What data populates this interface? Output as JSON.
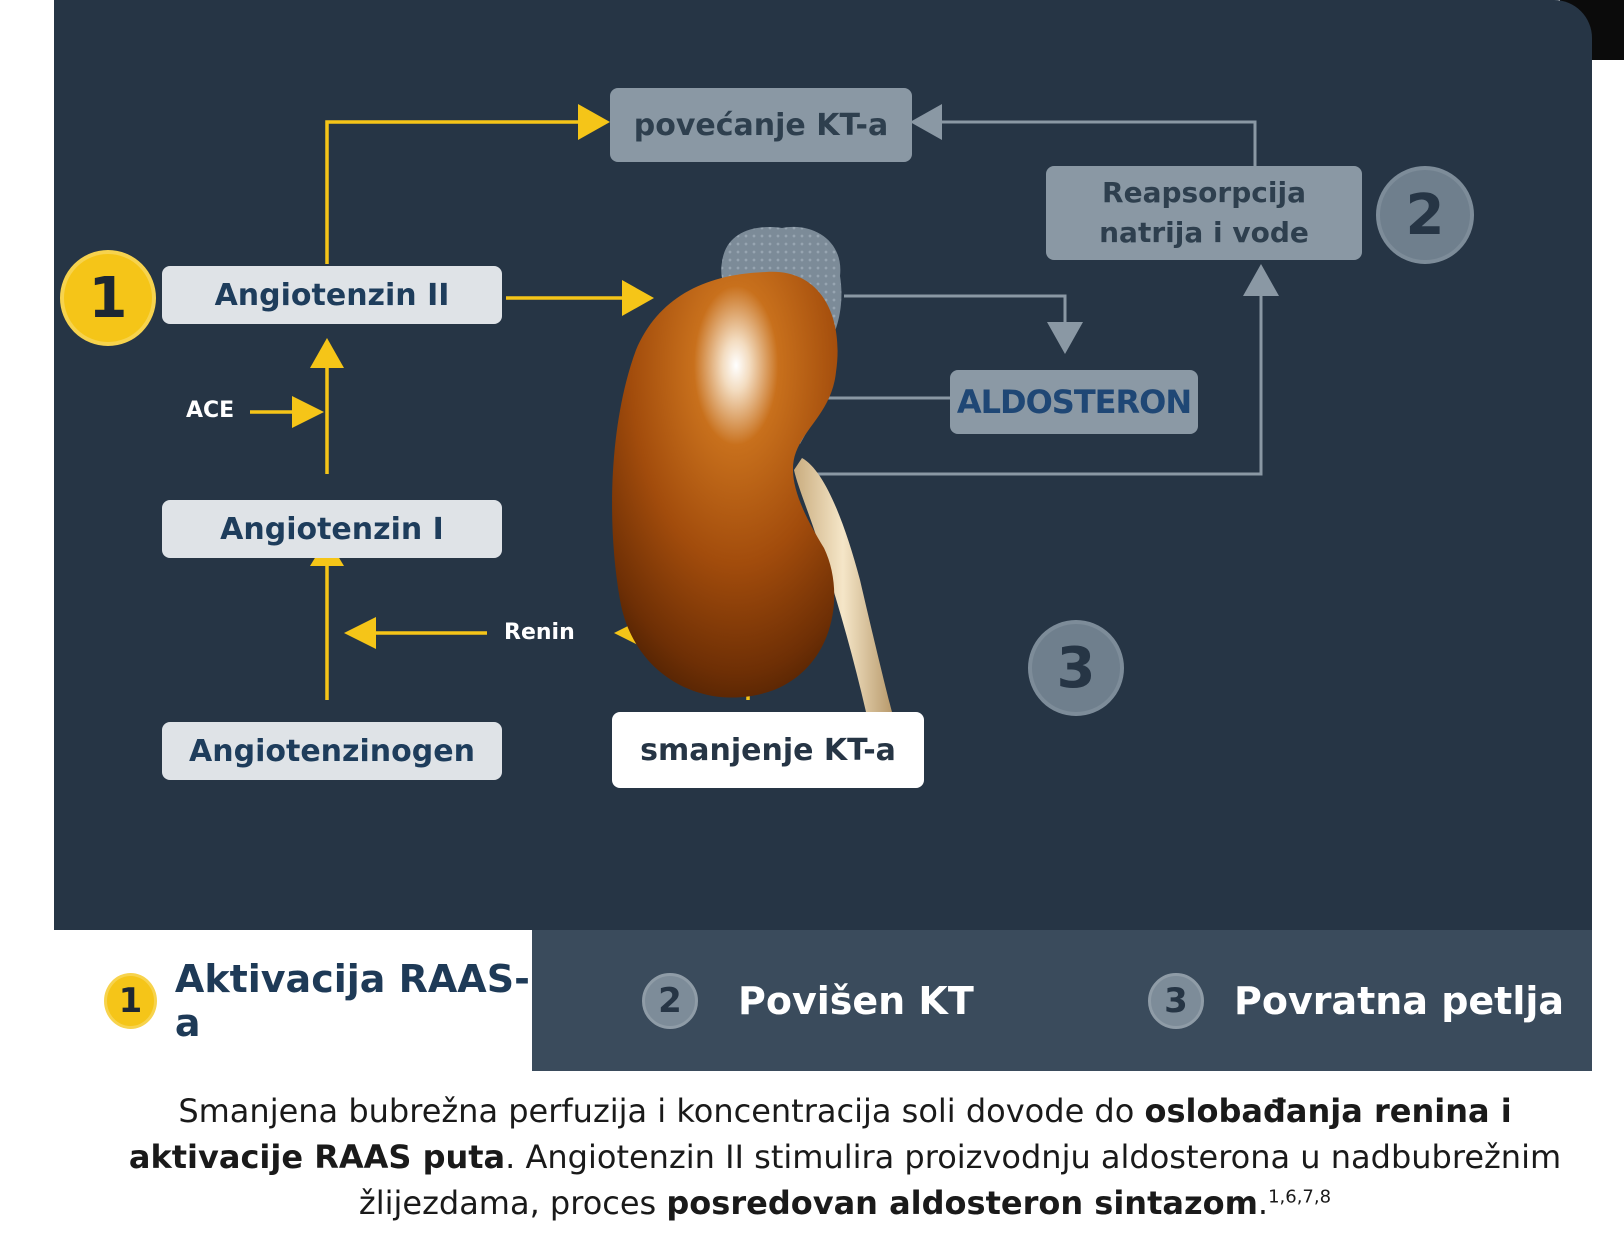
{
  "diagram": {
    "nodes": {
      "angiotenzin_ii": "Angiotenzin II",
      "angiotenzin_i": "Angiotenzin I",
      "angiotenzinogen": "Angiotenzinogen",
      "povecanje_kt": "povećanje KT-a",
      "reapsorpcija_line1": "Reapsorpcija",
      "reapsorpcija_line2": "natrija i vode",
      "aldosteron": "ALDOSTERON",
      "smanjenje_kt": "smanjenje KT-a"
    },
    "labels": {
      "ace": "ACE",
      "renin": "Renin"
    },
    "badges": {
      "one": "1",
      "two": "2",
      "three": "3"
    },
    "colors": {
      "background": "#263545",
      "arrow_yellow": "#f5c518",
      "arrow_gray": "#8a98a4",
      "kidney": "#b5560d"
    }
  },
  "tabs": [
    {
      "num": "1",
      "label": "Aktivacija RAAS-a",
      "active": true
    },
    {
      "num": "2",
      "label": "Povišen KT",
      "active": false
    },
    {
      "num": "3",
      "label": "Povratna petlja",
      "active": false
    }
  ],
  "description": {
    "p1": "Smanjena bubrežna perfuzija i koncentracija soli dovode do ",
    "b1": "oslobađanja renina i aktivacije RAAS puta",
    "p2": ". Angiotenzin II stimulira proizvodnju aldosterona u nadbubrežnim žlijezdama, proces ",
    "b2": "posredovan aldosteron sintazom",
    "p3": ".",
    "refs": "1,6,7,8"
  }
}
